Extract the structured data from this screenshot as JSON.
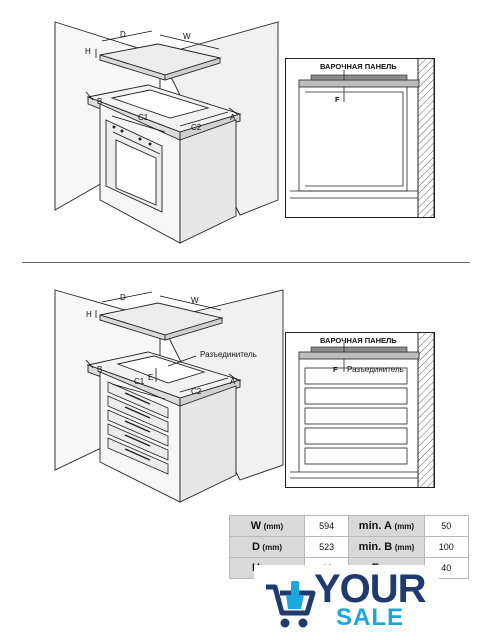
{
  "top_diagram": {
    "dims": {
      "d": "D",
      "w": "W",
      "h": "H",
      "b": "B",
      "a": "A",
      "c1": "C1",
      "c2": "C2"
    }
  },
  "top_section": {
    "panel_label": "ВАРОЧНАЯ ПАНЕЛЬ",
    "f_label": "F"
  },
  "bottom_diagram": {
    "dims": {
      "d": "D",
      "w": "W",
      "h": "H",
      "b": "B",
      "a": "A",
      "c1": "C1",
      "c2": "C2",
      "e": "E"
    },
    "disconnector": "Разъединитель"
  },
  "bottom_section": {
    "panel_label": "ВАРОЧНАЯ ПАНЕЛЬ",
    "f_label": "F",
    "disconnector": "Разъединитель"
  },
  "spec_table": {
    "rows": [
      {
        "k1": "W",
        "u1": "(mm)",
        "v1": "594",
        "k2": "min. A",
        "u2": "(mm)",
        "v2": "50"
      },
      {
        "k1": "D",
        "u1": "(mm)",
        "v1": "523",
        "k2": "min. B",
        "u2": "(mm)",
        "v2": "100"
      },
      {
        "k1": "H",
        "u1": "(mm)",
        "v1": "44",
        "k2": "E",
        "u2": "(mm)",
        "v2": "40"
      }
    ]
  },
  "logo": {
    "word1": "YOUR",
    "word2": "SALE",
    "brand_dark": "#1f3a6e",
    "brand_light": "#18a8df"
  }
}
